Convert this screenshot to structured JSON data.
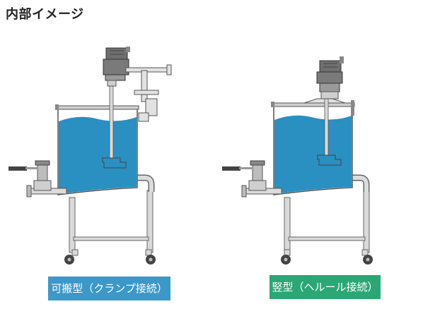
{
  "title": "内部イメージ",
  "tanks": [
    {
      "label": "可搬型（クランプ接続）",
      "color": "#3b98c9"
    },
    {
      "label": "竪型（ヘルール接続）",
      "color": "#2aa775"
    }
  ],
  "colors": {
    "liquid": "#2a8fc1",
    "metal": "#d8d8d8",
    "outline": "#555555",
    "motor": "#6f6f6f"
  }
}
